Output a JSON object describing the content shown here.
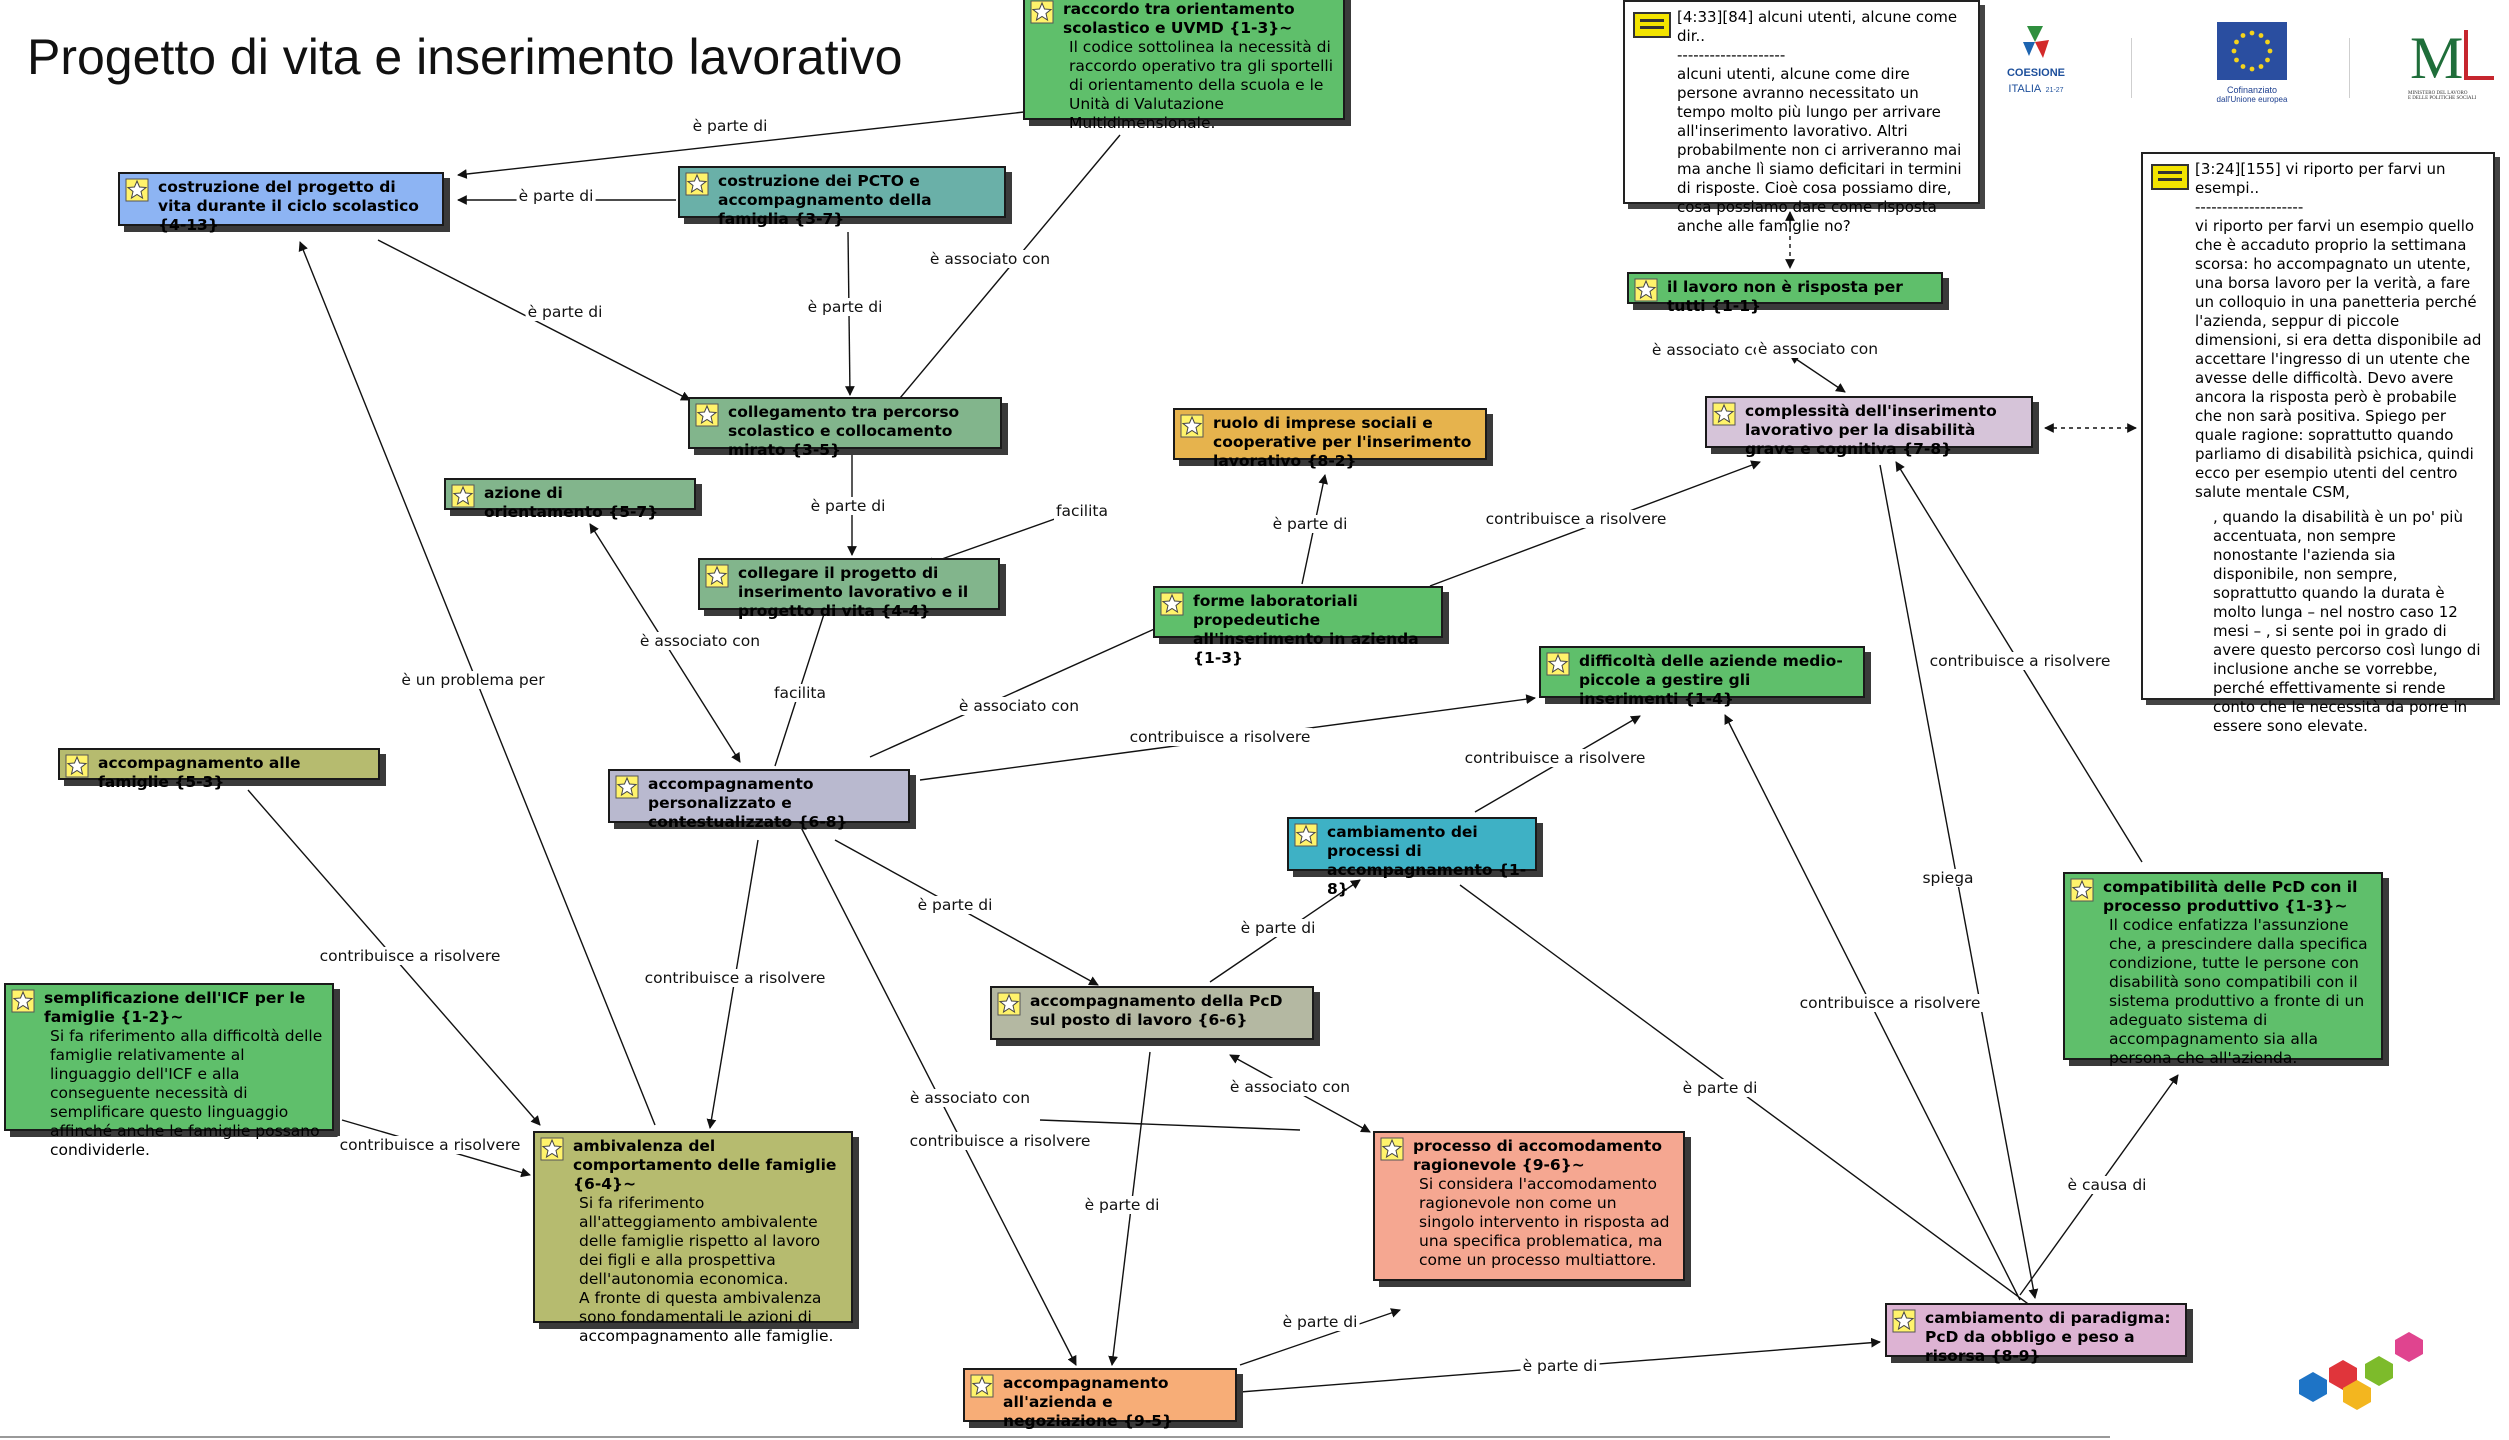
{
  "page": {
    "title": "Progetto di vita e inserimento lavorativo"
  },
  "colors": {
    "blue": "#8db4f3",
    "teal": "#6ab0a8",
    "green": "#5fbf6b",
    "sage": "#82b58c",
    "gold": "#e6b34d",
    "olive": "#b6bb6f",
    "lavender": "#b9b9cf",
    "cyan": "#3eb1c5",
    "khaki": "#b4b8a2",
    "salmon": "#f5a791",
    "orange": "#f7ad77",
    "pink": "#ddb3d3",
    "mauve": "#d6c4d9"
  },
  "nodes": {
    "raccordo": {
      "title": "raccordo tra orientamento scolastico e UVMD {1-3}~",
      "comment": "Il codice sottolinea la necessità di raccordo operativo tra gli sportelli di orientamento della scuola e le Unità di Valutazione Multidimensionale."
    },
    "costruzione_vita": {
      "title": "costruzione del progetto di vita durante il ciclo scolastico {4-13}"
    },
    "pcto": {
      "title": "costruzione dei PCTO e accompagnamento della famiglia {3-7}"
    },
    "collegamento": {
      "title": "collegamento tra percorso scolastico e collocamento mirato {3-5}"
    },
    "azione_orient": {
      "title": "azione di orientamento {5-7}"
    },
    "ruolo_imprese": {
      "title": "ruolo di imprese sociali e cooperative per l'inserimento lavorativo {8-2}"
    },
    "collegare": {
      "title": "collegare il progetto di inserimento lavorativo e il progetto di vita {4-4}"
    },
    "forme_lab": {
      "title": "forme laboratoriali propedeutiche all'inserimento in azienda {1-3}"
    },
    "lavoro_non": {
      "title": "il lavoro non è risposta per tutti {1-1}"
    },
    "complessita": {
      "title": "complessità dell'inserimento lavorativo per la disabilità grave e cognitiva {7-8}"
    },
    "difficolta": {
      "title": "difficoltà delle aziende medio-piccole a gestire gli inserimenti {1-4}"
    },
    "acc_famiglie": {
      "title": "accompagnamento alle famiglie {5-3}"
    },
    "acc_pers": {
      "title": "accompagnamento personalizzato e contestualizzato {6-8}"
    },
    "cambiamento_proc": {
      "title": "cambiamento dei processi di accompagnamento {1-8}"
    },
    "semplificazione": {
      "title": "semplificazione dell'ICF per le famiglie {1-2}~",
      "comment": "Si fa riferimento alla difficoltà delle famiglie relativamente al linguaggio dell'ICF e alla conseguente necessità di semplificare questo linguaggio affinché anche le famiglie possano condividerle."
    },
    "acc_pcd": {
      "title": "accompagnamento della PcD sul posto di lavoro {6-6}"
    },
    "compatibilita": {
      "title": "compatibilità delle PcD con il processo produttivo {1-3}~",
      "comment": "Il codice enfatizza l'assunzione che, a prescindere dalla specifica condizione, tutte le persone con disabilità sono compatibili con il sistema produttivo a fronte di un adeguato sistema di accompagnamento sia alla persona che all'azienda."
    },
    "ambivalenza": {
      "title": "ambivalenza del comportamento delle famiglie {6-4}~",
      "comment": "Si fa riferimento all'atteggiamento ambivalente delle famiglie rispetto al lavoro dei figli e alla prospettiva dell'autonomia economica.\nA fronte di questa ambivalenza sono fondamentali le azioni di accompagnamento alle famiglie."
    },
    "processo_acc": {
      "title": "processo di accomodamento ragionevole {9-6}~",
      "comment": "Si considera l'accomodamento ragionevole non come un singolo intervento in risposta ad una specifica problematica, ma come un processo multiattore."
    },
    "cambiamento_par": {
      "title": "cambiamento di paradigma: PcD da obbligo e peso a risorsa {8-9}"
    },
    "acc_azienda": {
      "title": "accompagnamento all'azienda e negoziazione {9-5}"
    }
  },
  "memos": {
    "m1": {
      "header": "[4:33][84] alcuni utenti, alcune come dir..",
      "body": "--------------------\n alcuni utenti, alcune come dire persone avranno necessitato un tempo molto più lungo per arrivare all'inserimento lavorativo. Altri probabilmente non ci arriveranno mai ma anche lì siamo deficitari in termini di risposte. Cioè cosa possiamo dire, cosa possiamo dare come risposta anche alle famiglie no?"
    },
    "m2": {
      "header": "[3:24][155] vi riporto per farvi un esempi..",
      "body": "--------------------\nvi riporto per farvi un esempio quello che è accaduto proprio la settimana scorsa: ho accompagnato un utente, una borsa lavoro per la verità, a fare un colloquio in una panetteria perché l'azienda, seppur di piccole dimensioni, si era detta disponibile ad accettare l'ingresso di un utente che avesse delle difficoltà. Devo avere ancora la risposta però è probabile che non sarà positiva. Spiego per quale ragione: soprattutto quando parliamo di disabilità psichica, quindi ecco per esempio utenti del centro salute mentale CSM,",
      "body2": ", quando la disabilità è un po' più accentuata, non sempre nonostante l'azienda sia disponibile, non sempre, soprattutto quando la durata è molto lunga – nel nostro caso 12 mesi – , si sente poi in grado di avere questo percorso così lungo di inclusione anche se vorrebbe, perché effettivamente si rende conto che le necessità da porre in essere sono elevate."
    }
  },
  "edges": [
    {
      "label": "è parte di"
    },
    {
      "label": "è parte di"
    },
    {
      "label": "è associato con"
    },
    {
      "label": "è parte di"
    },
    {
      "label": "è parte di"
    },
    {
      "label": "è parte di"
    },
    {
      "label": "facilita"
    },
    {
      "label": "facilita"
    },
    {
      "label": "è un problema per"
    },
    {
      "label": "è parte di"
    },
    {
      "label": "contribuisce a risolvere"
    },
    {
      "label": "è associato con"
    },
    {
      "label": "è associato con"
    },
    {
      "label": "facilita"
    },
    {
      "label": "è associato con"
    },
    {
      "label": "contribuisce a risolvere"
    },
    {
      "label": "è associato con"
    },
    {
      "label": "contribuisce a risolvere"
    },
    {
      "label": "contribuisce a risolvere"
    },
    {
      "label": "contribuisce a risolvere"
    },
    {
      "label": "è parte di"
    },
    {
      "label": "è parte di"
    },
    {
      "label": "contribuisce a risolvere"
    },
    {
      "label": "contribuisce a risolvere"
    },
    {
      "label": "è associato con"
    },
    {
      "label": "è parte di"
    },
    {
      "label": "è associato con"
    },
    {
      "label": "è parte di"
    },
    {
      "label": "è parte di"
    },
    {
      "label": "è parte di"
    },
    {
      "label": "spiega"
    },
    {
      "label": "contribuisce a risolvere"
    },
    {
      "label": "contribuisce a risolvere"
    },
    {
      "label": "è causa di"
    }
  ],
  "logos": {
    "coesione": {
      "line1": "COESIONE",
      "line2": "ITALIA",
      "line3": "21-27"
    },
    "eu": {
      "line1": "Cofinanziato",
      "line2": "dall'Unione europea"
    },
    "ministero": {
      "line1": "MINISTERO DEL LAVORO",
      "line2": "E DELLE POLITICHE SOCIALI"
    }
  }
}
